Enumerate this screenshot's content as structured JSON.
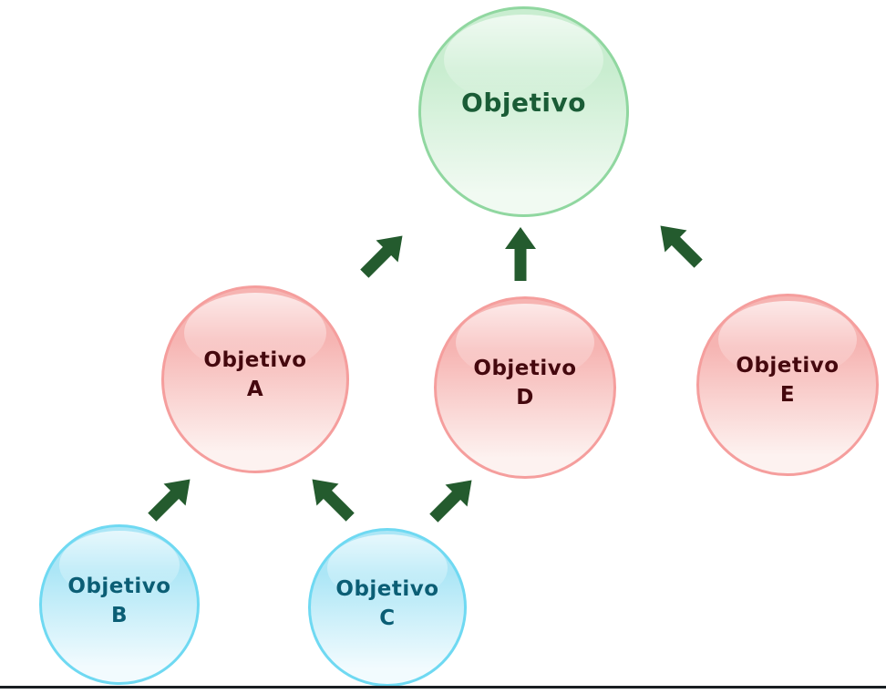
{
  "diagram_type": "goal-hierarchy",
  "nodes": {
    "goal": {
      "line1": "Objetivo",
      "line2": "",
      "scheme": "green"
    },
    "a": {
      "line1": "Objetivo",
      "line2": "A",
      "scheme": "pink"
    },
    "d": {
      "line1": "Objetivo",
      "line2": "D",
      "scheme": "pink"
    },
    "e": {
      "line1": "Objetivo",
      "line2": "E",
      "scheme": "pink"
    },
    "b": {
      "line1": "Objetivo",
      "line2": "B",
      "scheme": "blue"
    },
    "c": {
      "line1": "Objetivo",
      "line2": "C",
      "scheme": "blue"
    }
  },
  "arrows": [
    {
      "from": "a",
      "to": "goal",
      "direction": "up-right"
    },
    {
      "from": "d",
      "to": "goal",
      "direction": "up"
    },
    {
      "from": "e",
      "to": "goal",
      "direction": "up-left"
    },
    {
      "from": "b",
      "to": "a",
      "direction": "up-right"
    },
    {
      "from": "c",
      "to": "a",
      "direction": "up-left"
    },
    {
      "from": "c",
      "to": "d",
      "direction": "up-right"
    }
  ],
  "colors": {
    "background": "#ffffff",
    "green_border": "#90d7a0",
    "green_fill_top": "#c9edd0",
    "green_fill_bottom": "#f1faf2",
    "green_text": "#1a5c36",
    "pink_border": "#f59e9d",
    "pink_fill_top": "#f6b4b2",
    "pink_fill_bottom": "#fdf2f0",
    "pink_text": "#45080e",
    "blue_border": "#6fd9f2",
    "blue_fill_top": "#ace6f6",
    "blue_fill_bottom": "#f2fbfe",
    "blue_text": "#0b5e75",
    "arrow_green": "#245b2e",
    "baseline": "#191e22"
  }
}
